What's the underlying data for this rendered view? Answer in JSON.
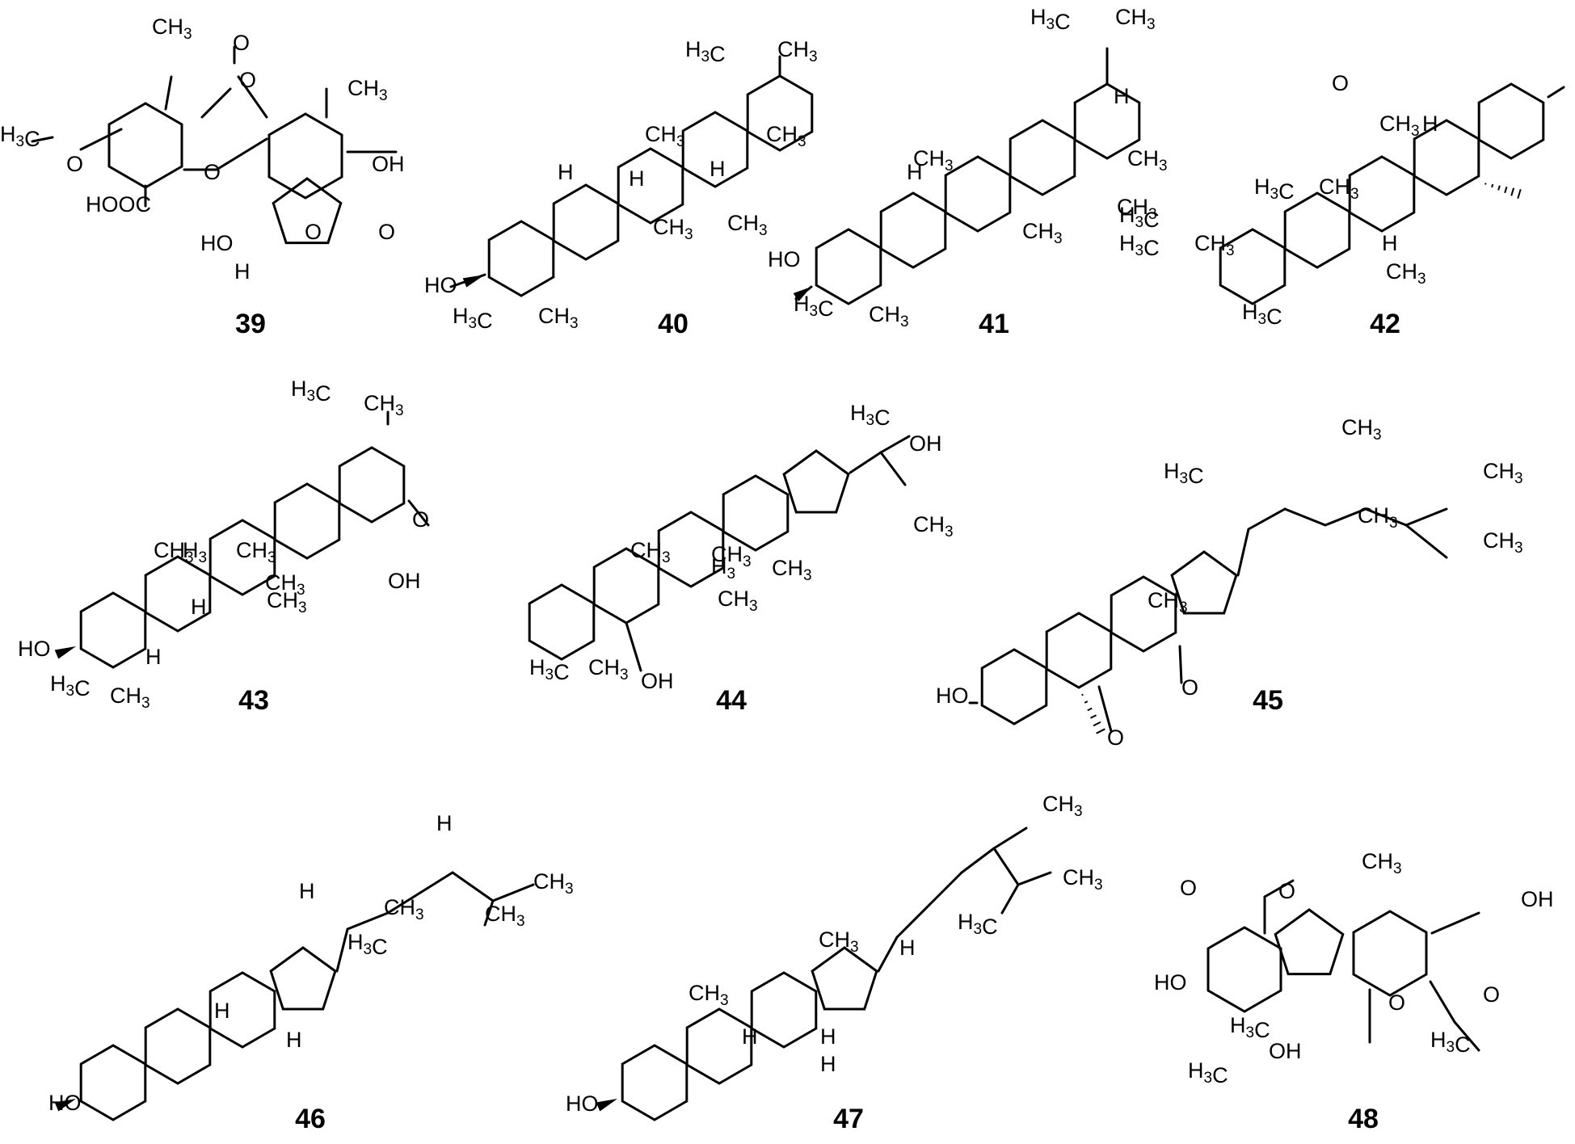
{
  "compounds": [
    {
      "id": "39",
      "labels": [
        "CH3",
        "O",
        "O",
        "CH3",
        "H3C",
        "O",
        "OH",
        "O",
        "HOOC",
        "HO",
        "H",
        "O",
        "O"
      ]
    },
    {
      "id": "40",
      "labels": [
        "H3C",
        "CH3",
        "CH3",
        "CH3",
        "H",
        "H",
        "H",
        "CH3",
        "CH3",
        "HO",
        "H3C",
        "CH3"
      ]
    },
    {
      "id": "41",
      "labels": [
        "H3C",
        "CH3",
        "H",
        "CH3",
        "CH3",
        "H",
        "CH3",
        "CH3",
        "HO",
        "H3C",
        "CH3"
      ]
    },
    {
      "id": "42",
      "labels": [
        "O",
        "CH3",
        "H",
        "H3C",
        "CH3",
        "H3C",
        "H3C",
        "CH3",
        "H",
        "CH3",
        "H3C"
      ]
    },
    {
      "id": "43",
      "labels": [
        "H3C",
        "CH3",
        "O",
        "CH3",
        "H3",
        "CH3",
        "CH3",
        "CH3",
        "OH",
        "HO",
        "H",
        "H",
        "H3C",
        "CH3"
      ]
    },
    {
      "id": "44",
      "labels": [
        "H3C",
        "OH",
        "CH3",
        "CH3",
        "CH3",
        "H3",
        "CH3",
        "CH3",
        "H3C",
        "CH3",
        "OH"
      ]
    },
    {
      "id": "45",
      "labels": [
        "CH3",
        "H3C",
        "CH3",
        "CH3",
        "CH3",
        "CH3",
        "HO",
        "O",
        "O"
      ]
    },
    {
      "id": "46",
      "labels": [
        "H",
        "H",
        "CH3",
        "H3C",
        "CH3",
        "CH3",
        "H",
        "H",
        "HO"
      ]
    },
    {
      "id": "47",
      "labels": [
        "CH3",
        "CH3",
        "H3C",
        "CH3",
        "H",
        "CH3",
        "H",
        "H",
        "H",
        "HO"
      ]
    },
    {
      "id": "48",
      "labels": [
        "CH3",
        "O",
        "O",
        "OH",
        "HO",
        "H3C",
        "O",
        "O",
        "H3C",
        "OH",
        "H3C"
      ]
    }
  ]
}
